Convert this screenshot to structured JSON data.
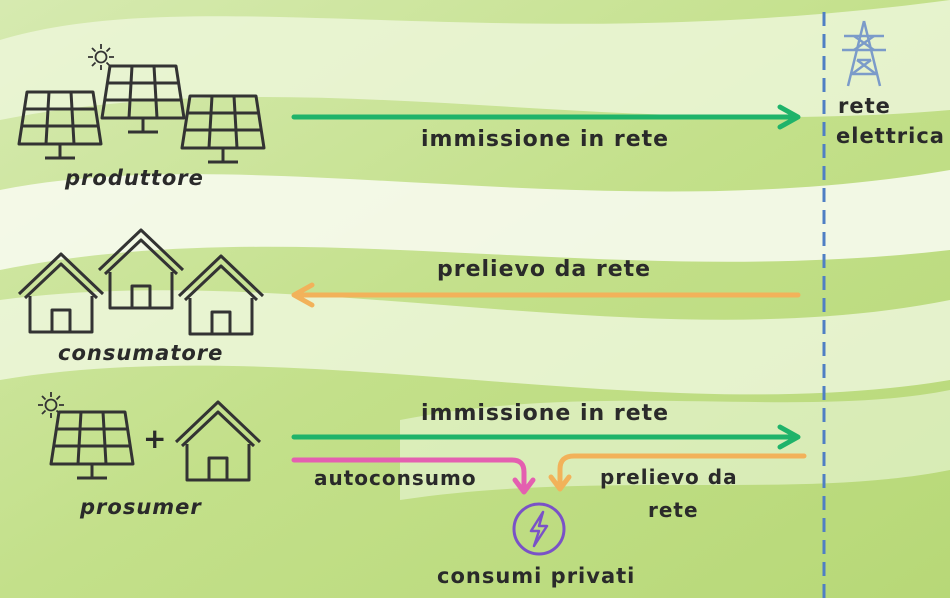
{
  "grid": {
    "label_line1": "rete",
    "label_line2": "elettrica"
  },
  "rows": {
    "producer": {
      "label": "produttore",
      "arrow_label": "immissione in rete"
    },
    "consumer": {
      "label": "consumatore",
      "arrow_label": "prelievo da rete"
    },
    "prosumer": {
      "label": "prosumer",
      "plus": "+",
      "arrow_label": "immissione in rete",
      "selfconsumption_label": "autoconsumo",
      "withdrawal_line1": "prelievo da",
      "withdrawal_line2": "rete",
      "private_consumption_label": "consumi privati"
    }
  },
  "colors": {
    "injection_arrow": "#1fb36a",
    "withdrawal_arrow": "#f2b25a",
    "selfconsumption_arrow": "#e45fb0",
    "grid_line": "#4f7fc4",
    "consumption_icon": "#7a52c7",
    "icon_stroke": "#333333"
  },
  "icons": {
    "sun": "sun-icon",
    "solar_panel": "solar-panel-icon",
    "house": "house-icon",
    "pylon": "power-pylon-icon",
    "lightning": "lightning-icon"
  }
}
